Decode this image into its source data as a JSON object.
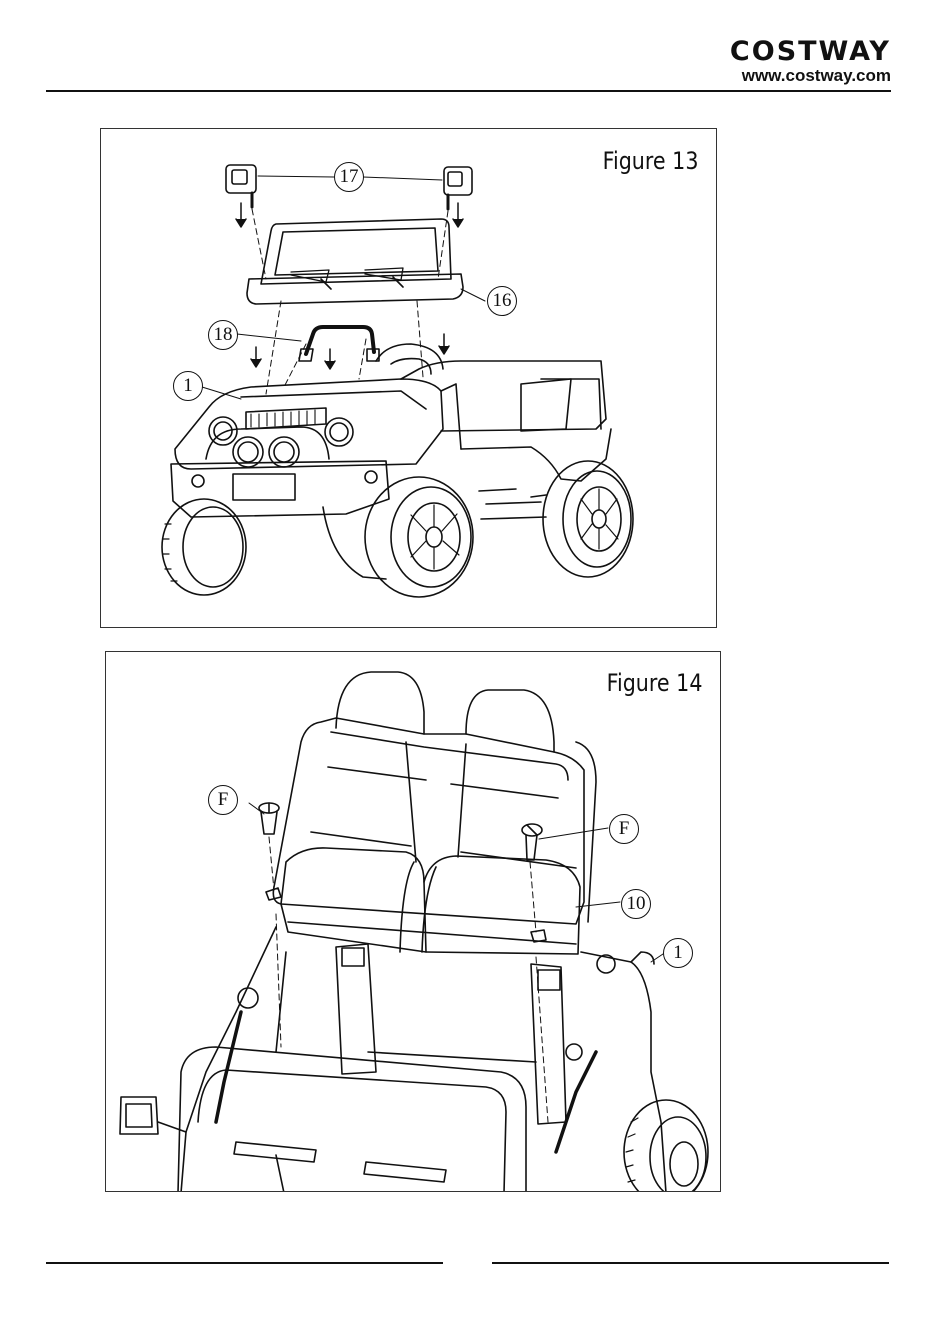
{
  "header": {
    "brand_name": "COSTWAY",
    "brand_url": "www.costway.com"
  },
  "figure13": {
    "title": "Figure 13",
    "callouts": {
      "mirrors": "17",
      "windshield": "16",
      "grab_handle": "18",
      "car_body": "1"
    }
  },
  "figure14": {
    "title": "Figure 14",
    "callouts": {
      "screw_left": "F",
      "screw_right": "F",
      "seat": "10",
      "car_body": "1"
    }
  }
}
